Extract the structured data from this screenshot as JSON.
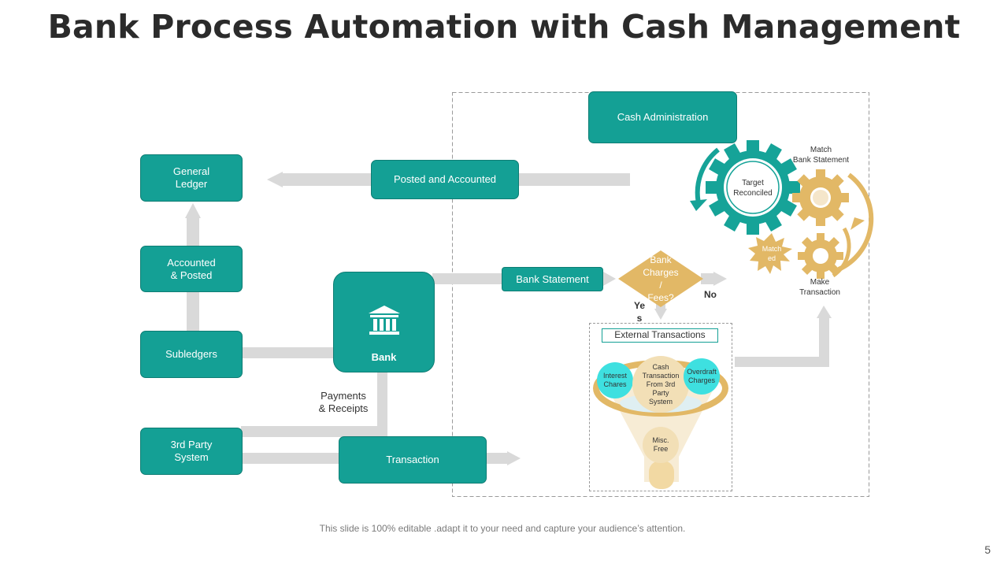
{
  "title": "Bank Process Automation with Cash Management",
  "nodes": {
    "cash_administration": "Cash Administration",
    "general_ledger": "General\nLedger",
    "posted_and_accounted": "Posted and Accounted",
    "accounted_posted": "Accounted\n& Posted",
    "subledgers": "Subledgers",
    "bank": "Bank",
    "bank_statement": "Bank Statement",
    "third_party_system": "3rd Party\nSystem",
    "transaction": "Transaction",
    "payments_receipts": "Payments\n& Receipts"
  },
  "decision": {
    "label": "Bank\nCharges\n/\nFees?",
    "yes": "Ye\ns",
    "no": "No"
  },
  "gears": {
    "target_reconciled": "Target\nReconciled",
    "match_bank_statement": "Match\nBank Statement",
    "matched": "Match\ned",
    "make_transaction": "Make\nTransaction"
  },
  "external": {
    "title": "External Transactions",
    "interest_charges": "Interest\nChares",
    "cash_transaction": "Cash\nTransaction\nFrom 3rd\nParty\nSystem",
    "overdraft_charges": "Overdraft\nCharges",
    "misc_free": "Misc.\nFree"
  },
  "footer": "This slide is 100% editable .adapt it to your need and capture your audience’s attention.",
  "page_number": "5",
  "colors": {
    "teal": "#14a095",
    "gold": "#e2b866",
    "arrow_gray": "#d9d9d9",
    "cyan": "#3ee0e0"
  }
}
